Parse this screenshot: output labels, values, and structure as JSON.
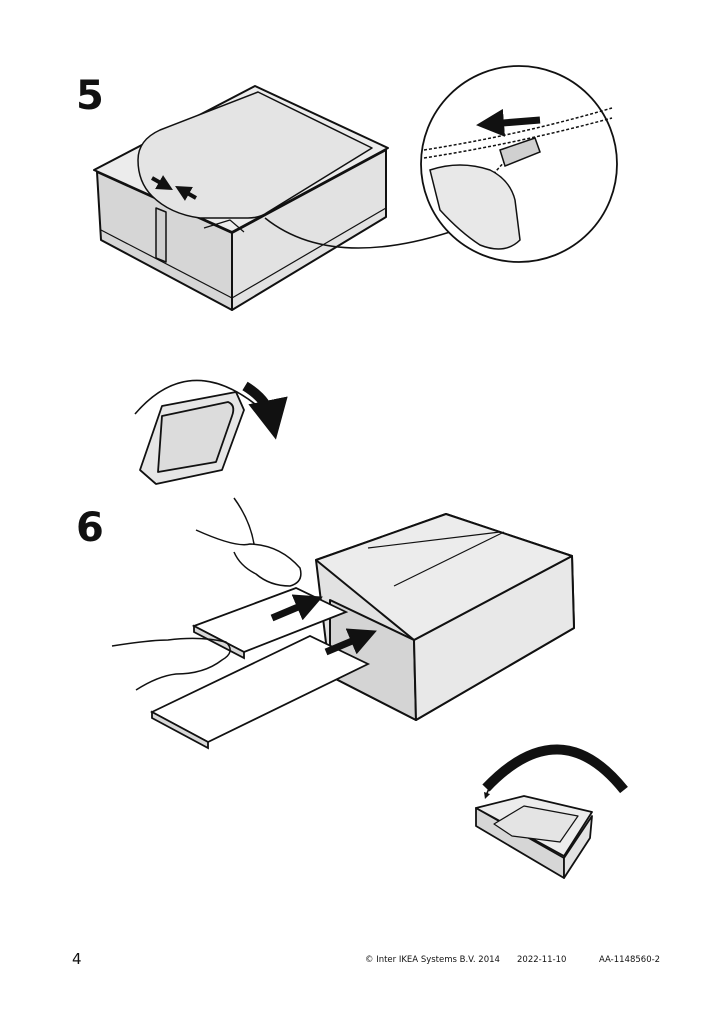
{
  "steps": [
    {
      "number": "5"
    },
    {
      "number": "6"
    }
  ],
  "footer": {
    "page_number": "4",
    "copyright": "© Inter IKEA Systems B.V. 2014",
    "date": "2022-11-10",
    "doc_code": "AA-1148560-2"
  },
  "colors": {
    "line": "#111111",
    "fill_light": "#e8e8e8",
    "fill_mid": "#d6d6d6",
    "arrow": "#111111"
  }
}
